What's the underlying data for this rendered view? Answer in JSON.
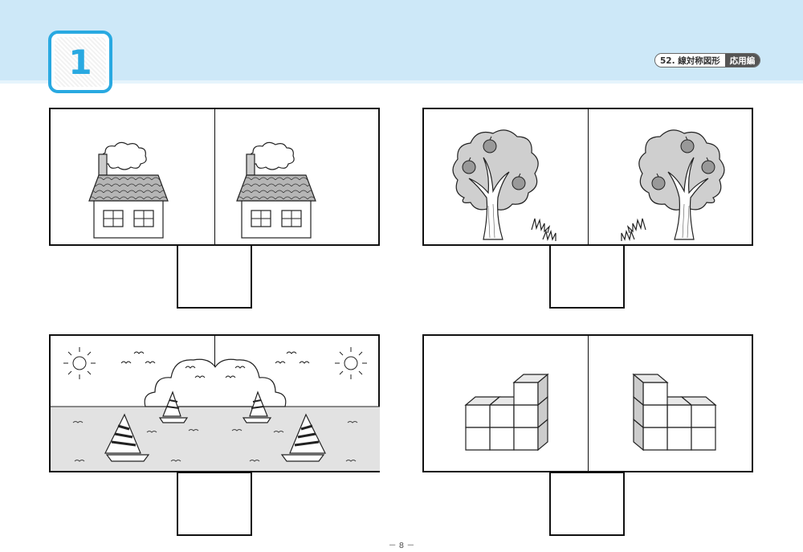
{
  "header": {
    "number": "1",
    "tag_title": "52. 線対称図形",
    "tag_level": "応用編"
  },
  "panels": [
    {
      "name": "house-pair",
      "left_icon": "house-icon",
      "right_icon": "house-mirrored-icon"
    },
    {
      "name": "apple-tree-pair",
      "left_icon": "apple-tree-icon",
      "right_icon": "apple-tree-mirrored-icon"
    },
    {
      "name": "sailboat-scene-pair",
      "left_icon": "sailboat-scene-icon",
      "right_icon": "sailboat-scene-mirrored-icon"
    },
    {
      "name": "cube-stack-pair",
      "left_icon": "cube-stack-icon",
      "right_icon": "cube-stack-mirrored-icon"
    }
  ],
  "footer": {
    "page_number": "－ 8 －"
  }
}
